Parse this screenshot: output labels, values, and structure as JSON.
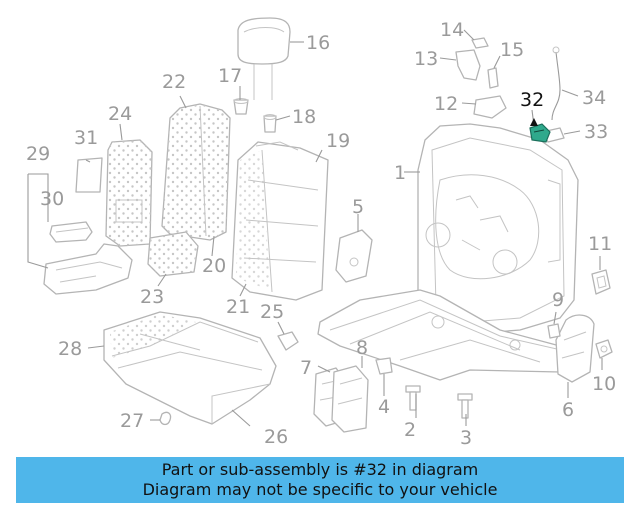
{
  "diagram": {
    "callouts": [
      "1",
      "2",
      "3",
      "4",
      "5",
      "6",
      "7",
      "8",
      "9",
      "10",
      "11",
      "12",
      "13",
      "14",
      "15",
      "16",
      "17",
      "18",
      "19",
      "20",
      "21",
      "22",
      "23",
      "24",
      "25",
      "26",
      "27",
      "28",
      "29",
      "30",
      "31",
      "32",
      "33",
      "34"
    ],
    "highlighted_part": "32",
    "colors": {
      "highlight": "#2fa98c",
      "line": "#b4b4b4",
      "label": "#9a9a9a"
    }
  },
  "banner": {
    "line1": "Part or sub-assembly is #32 in diagram",
    "line2": "Diagram may not be specific to your vehicle",
    "color": "#4fb6ea"
  }
}
